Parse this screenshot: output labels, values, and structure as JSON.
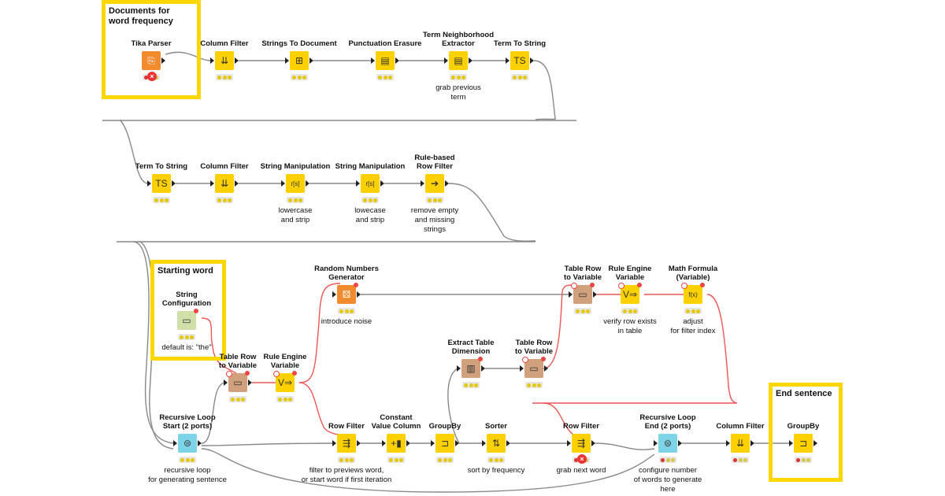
{
  "annotations": [
    {
      "id": "a1",
      "title": "Documents for\nword frequency"
    },
    {
      "id": "a2",
      "title": "Starting word"
    },
    {
      "id": "a3",
      "title": "End sentence"
    }
  ],
  "nodes": [
    {
      "id": "tika",
      "title": "Tika Parser",
      "color": "orange",
      "icon": "document-arrow-icon",
      "glyph": "⎘",
      "status": "error",
      "note": ""
    },
    {
      "id": "cf1",
      "title": "Column Filter",
      "color": "yellow",
      "icon": "column-filter-icon",
      "glyph": "⇊",
      "status": "ready",
      "note": ""
    },
    {
      "id": "std",
      "title": "Strings To Document",
      "color": "yellow",
      "icon": "document-icon",
      "glyph": "⊞",
      "status": "ready",
      "note": ""
    },
    {
      "id": "pe",
      "title": "Punctuation Erasure",
      "color": "yellow",
      "icon": "erasure-icon",
      "glyph": "▤",
      "status": "ready",
      "note": ""
    },
    {
      "id": "tne",
      "title": "Term Neighborhood\nExtractor",
      "color": "yellow",
      "icon": "extractor-icon",
      "glyph": "▤",
      "status": "ready",
      "note": "grab previous\nterm"
    },
    {
      "id": "tts1",
      "title": "Term To String",
      "color": "yellow",
      "icon": "term-string-icon",
      "glyph": "TS",
      "status": "ready",
      "note": ""
    },
    {
      "id": "tts2",
      "title": "Term To String",
      "color": "yellow",
      "icon": "term-string-icon",
      "glyph": "TS",
      "status": "ready",
      "note": ""
    },
    {
      "id": "cf2",
      "title": "Column Filter",
      "color": "yellow",
      "icon": "column-filter-icon",
      "glyph": "⇊",
      "status": "ready",
      "note": ""
    },
    {
      "id": "sm1",
      "title": "String Manipulation",
      "color": "yellow",
      "icon": "string-manipulation-icon",
      "glyph": "r[s]",
      "status": "ready",
      "note": "lowercase\nand strip"
    },
    {
      "id": "sm2",
      "title": "String Manipulation",
      "color": "yellow",
      "icon": "string-manipulation-icon",
      "glyph": "r[s]",
      "status": "ready",
      "note": "lowecase\nand strip"
    },
    {
      "id": "rbf",
      "title": "Rule-based\nRow Filter",
      "color": "yellow",
      "icon": "row-filter-arrow-icon",
      "glyph": "➔",
      "status": "ready",
      "note": "remove empty\nand missing\nstrings"
    },
    {
      "id": "sc",
      "title": "String\nConfiguration",
      "color": "lightgreen",
      "icon": "string-config-icon",
      "glyph": "▭",
      "status": "ready",
      "note": "default is: \"the\""
    },
    {
      "id": "rng",
      "title": "Random Numbers\nGenerator",
      "color": "orange",
      "icon": "dice-icon",
      "glyph": "⚄",
      "status": "ready",
      "note": "introduce noise"
    },
    {
      "id": "trv1",
      "title": "Table Row\nto Variable",
      "color": "brown",
      "icon": "table-row-variable-icon",
      "glyph": "▭",
      "status": "ready",
      "note": ""
    },
    {
      "id": "rev1",
      "title": "Rule Engine\nVariable",
      "color": "yellow",
      "icon": "rule-engine-icon",
      "glyph": "V⇒",
      "status": "ready",
      "note": ""
    },
    {
      "id": "etd",
      "title": "Extract Table\nDimension",
      "color": "brown",
      "icon": "table-dimension-icon",
      "glyph": "▥",
      "status": "ready",
      "note": ""
    },
    {
      "id": "trv2",
      "title": "Table Row\nto Variable",
      "color": "brown",
      "icon": "table-row-variable-icon",
      "glyph": "▭",
      "status": "ready",
      "note": ""
    },
    {
      "id": "trv3",
      "title": "Table Row\nto Variable",
      "color": "brown",
      "icon": "table-row-variable-icon",
      "glyph": "▭",
      "status": "ready",
      "note": ""
    },
    {
      "id": "rev2",
      "title": "Rule Engine\nVariable",
      "color": "yellow",
      "icon": "rule-engine-icon",
      "glyph": "V⇒",
      "status": "ready",
      "note": "verify row exists\nin table"
    },
    {
      "id": "mfv",
      "title": "Math Formula\n(Variable)",
      "color": "yellow",
      "icon": "math-formula-icon",
      "glyph": "f(x)",
      "status": "ready",
      "note": "adjust\nfor filter index"
    },
    {
      "id": "rls",
      "title": "Recursive Loop\nStart (2 ports)",
      "color": "cyan",
      "icon": "loop-start-icon",
      "glyph": "⊜",
      "status": "ready",
      "note": "recursive loop\nfor generating sentence"
    },
    {
      "id": "rf1",
      "title": "Row Filter",
      "color": "yellow",
      "icon": "row-filter-icon",
      "glyph": "⇶",
      "status": "ready",
      "note": "filter to previews word,\nor start word if first iteration"
    },
    {
      "id": "cvc",
      "title": "Constant\nValue Column",
      "color": "yellow",
      "icon": "constant-column-icon",
      "glyph": "+▮",
      "status": "ready",
      "note": ""
    },
    {
      "id": "gb1",
      "title": "GroupBy",
      "color": "yellow",
      "icon": "groupby-icon",
      "glyph": "⊐",
      "status": "ready",
      "note": ""
    },
    {
      "id": "sorter",
      "title": "Sorter",
      "color": "yellow",
      "icon": "sort-icon",
      "glyph": "⇅",
      "status": "ready",
      "note": "sort by frequency"
    },
    {
      "id": "rf2",
      "title": "Row Filter",
      "color": "yellow",
      "icon": "row-filter-icon",
      "glyph": "⇶",
      "status": "error",
      "note": "grab next word"
    },
    {
      "id": "rle",
      "title": "Recursive Loop\nEnd (2 ports)",
      "color": "cyan",
      "icon": "loop-end-icon",
      "glyph": "⊜",
      "status": "red",
      "note": "configure number\nof words to generate\nhere"
    },
    {
      "id": "cf3",
      "title": "Column Filter",
      "color": "yellow",
      "icon": "column-filter-icon",
      "glyph": "⇊",
      "status": "red",
      "note": ""
    },
    {
      "id": "gb2",
      "title": "GroupBy",
      "color": "yellow",
      "icon": "groupby-icon",
      "glyph": "⊐",
      "status": "red",
      "note": ""
    }
  ]
}
